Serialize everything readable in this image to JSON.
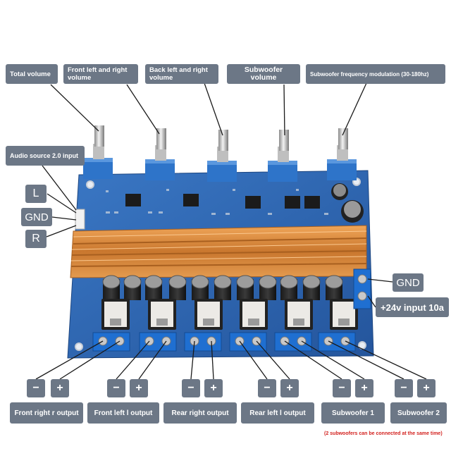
{
  "top_labels": {
    "total_volume": "Total volume",
    "front_volume": "Front left and right volume",
    "back_volume": "Back left and right volume",
    "sub_volume": "Subwoofer volume",
    "sub_freq": "Subwoofer frequency modulation (30-180hz)"
  },
  "side_labels": {
    "audio_source": "Audio source 2.0 input",
    "left": "L",
    "gnd": "GND",
    "right": "R"
  },
  "power_labels": {
    "gnd": "GND",
    "power": "+24v input 10a"
  },
  "polarity": {
    "minus": "−",
    "plus": "+"
  },
  "outputs": [
    "Front right r output",
    "Front left l output",
    "Rear right output",
    "Rear left l output",
    "Subwoofer 1",
    "Subwoofer 2"
  ],
  "note": "(2 subwoofers can be connected at the same time)",
  "colors": {
    "label_bg": "#6c7786",
    "pcb": "#2f67b5",
    "heatsink": "#d98a3c",
    "terminal": "#1f6fd1",
    "note_text": "#d3221f"
  }
}
